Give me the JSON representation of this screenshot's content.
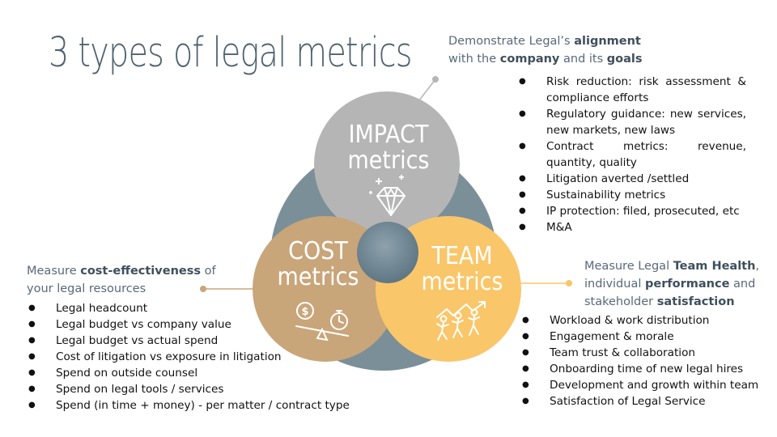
{
  "title": "3 types of legal metrics",
  "colors": {
    "outer": "#7b8f99",
    "impact": "#b5b5b5",
    "cost": "#c9a57a",
    "team": "#fac66a",
    "center": "#6e8795"
  },
  "circles": {
    "impact": {
      "line1": "IMPACT",
      "line2": "metrics",
      "icon": "diamond-icon"
    },
    "cost": {
      "line1": "COST",
      "line2": "metrics",
      "icon": "money-balance-icon"
    },
    "team": {
      "line1": "TEAM",
      "line2": "metrics",
      "icon": "team-growth-icon"
    }
  },
  "impact_section": {
    "heading": [
      {
        "text": "Demonstrate Legal’s ",
        "bold": false
      },
      {
        "text": "alignment",
        "bold": true
      },
      {
        "text": "\nwith the ",
        "bold": false
      },
      {
        "text": "company",
        "bold": true
      },
      {
        "text": " and its ",
        "bold": false
      },
      {
        "text": "goals",
        "bold": true
      }
    ],
    "items": [
      "Risk reduction: risk assessment & compliance efforts",
      "Regulatory guidance: new services, new markets, new laws",
      "Contract metrics: revenue, quantity, quality",
      "Litigation averted /settled",
      "Sustainability metrics",
      "IP protection: filed, prosecuted, etc",
      "M&A"
    ]
  },
  "cost_section": {
    "heading": [
      {
        "text": "Measure ",
        "bold": false
      },
      {
        "text": "cost-effectiveness",
        "bold": true
      },
      {
        "text": " of\nyour legal resources",
        "bold": false
      }
    ],
    "items": [
      "Legal headcount",
      "Legal budget vs company value",
      "Legal budget vs actual spend",
      "Cost of litigation vs exposure in litigation",
      "Spend on outside counsel",
      "Spend on legal tools / services",
      "Spend (in time + money) - per matter / contract type"
    ]
  },
  "team_section": {
    "heading": [
      {
        "text": "Measure Legal ",
        "bold": false
      },
      {
        "text": "Team Health",
        "bold": true
      },
      {
        "text": ",\nindividual ",
        "bold": false
      },
      {
        "text": "performance",
        "bold": true
      },
      {
        "text": " and\nstakeholder ",
        "bold": false
      },
      {
        "text": "satisfaction",
        "bold": true
      }
    ],
    "items": [
      "Workload & work distribution",
      "Engagement & morale",
      "Team trust & collaboration",
      "Onboarding time of new legal hires",
      "Development and growth within team",
      "Satisfaction of Legal Service"
    ]
  }
}
